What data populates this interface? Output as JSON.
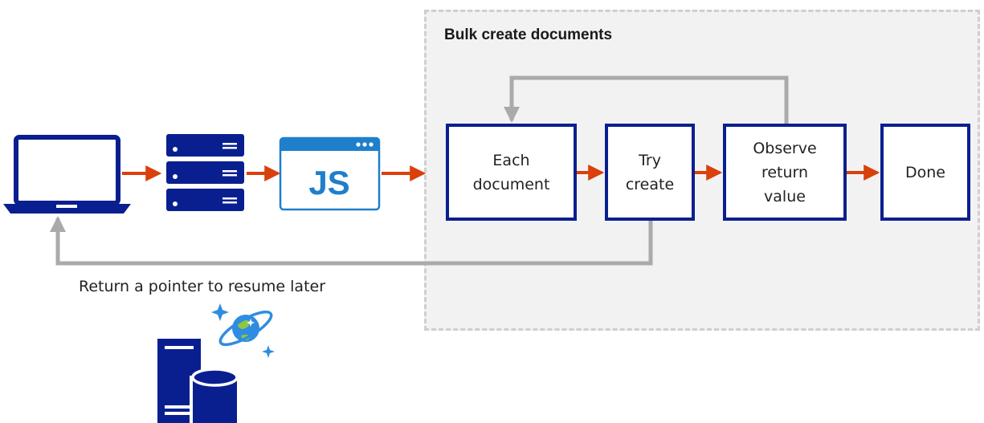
{
  "region": {
    "title": "Bulk create documents"
  },
  "steps": [
    {
      "label": "Each\ndocument"
    },
    {
      "label": "Try\ncreate"
    },
    {
      "label": "Observe\nreturn\nvalue"
    },
    {
      "label": "Done"
    }
  ],
  "js_badge": {
    "text": "JS"
  },
  "return_caption": "Return a pointer to resume later",
  "colors": {
    "box_border": "#0a1f8f",
    "arrow_orange": "#d9400b",
    "arrow_gray": "#aaaaaa",
    "region_bg": "#f2f2f2",
    "icon_blue": "#0a1f8f",
    "js_blue": "#1e7fcb"
  },
  "icons": [
    "laptop-icon",
    "server-icon",
    "javascript-icon",
    "cosmos-db-icon"
  ]
}
